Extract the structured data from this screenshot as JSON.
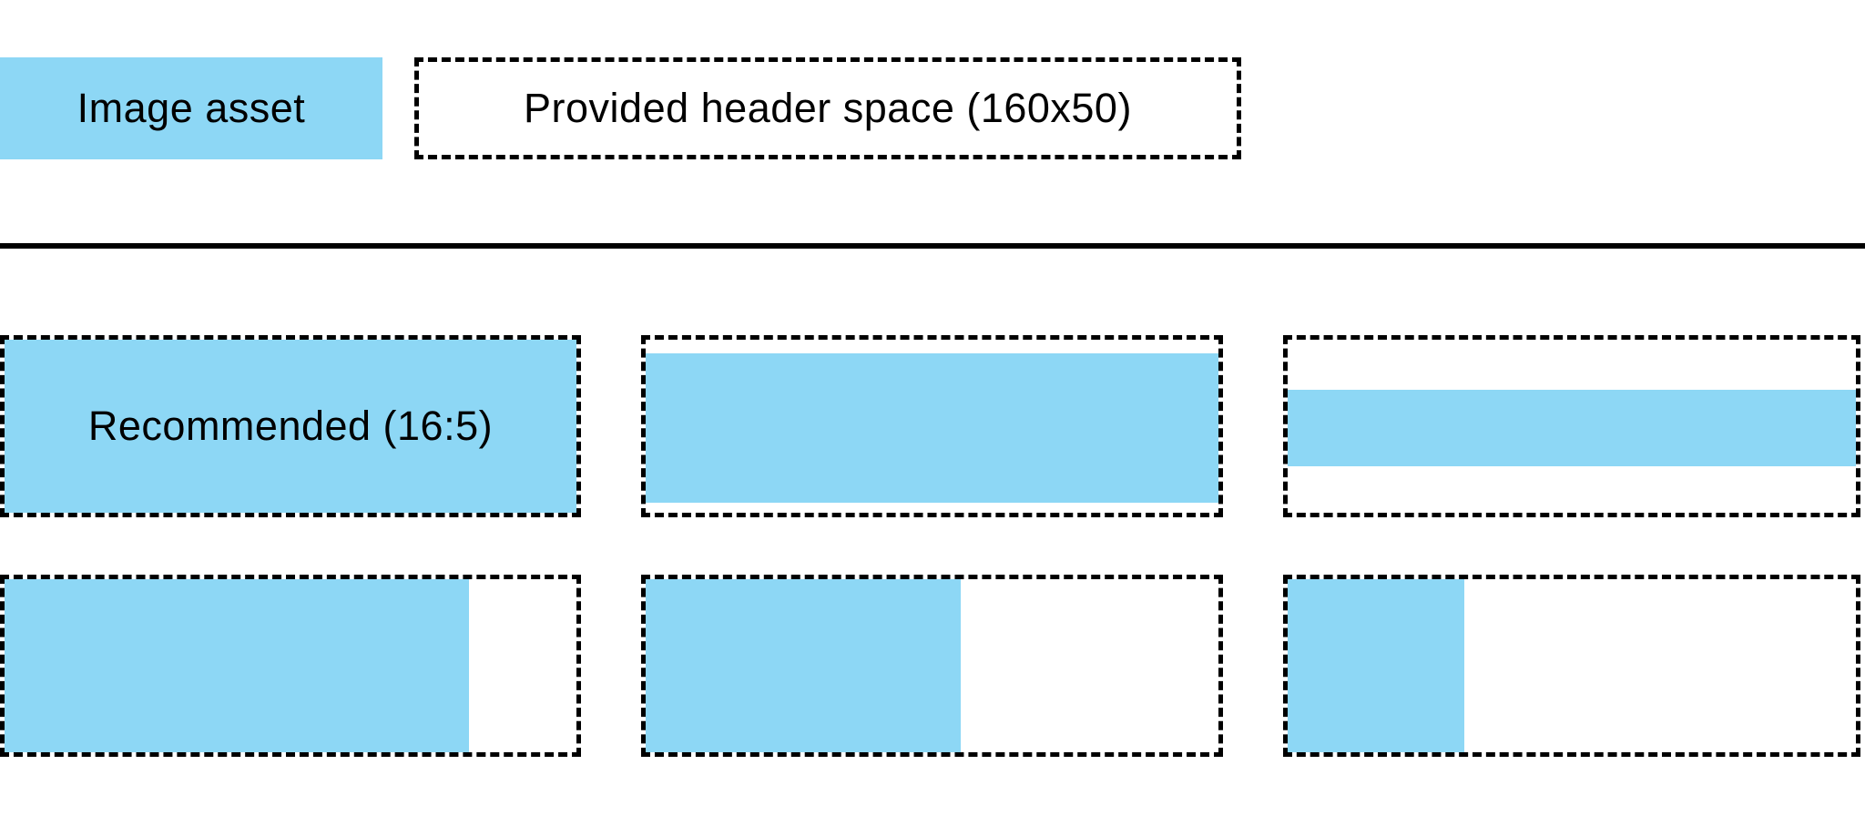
{
  "colors": {
    "asset_blue": "#8DD7F5",
    "outline_black": "#000000",
    "background": "#FFFFFF"
  },
  "legend": {
    "image_asset": {
      "label": "Image asset",
      "color": "#8DD7F5"
    },
    "header_space": {
      "label": "Provided header space (160x50)",
      "width": 160,
      "height": 50
    }
  },
  "examples": {
    "row1": [
      {
        "name": "recommended-16-5",
        "label": "Recommended (16:5)",
        "fill_width_pct": 100,
        "fill_height_pct": 100
      },
      {
        "name": "full-width-slightly-short",
        "label": "",
        "fill_width_pct": 100,
        "fill_height_pct": 82
      },
      {
        "name": "full-width-thin-strip",
        "label": "",
        "fill_width_pct": 100,
        "fill_height_pct": 42
      }
    ],
    "row2": [
      {
        "name": "partial-width-wide",
        "label": "",
        "fill_width_pct": 81,
        "fill_height_pct": 100
      },
      {
        "name": "partial-width-half",
        "label": "",
        "fill_width_pct": 55,
        "fill_height_pct": 100
      },
      {
        "name": "partial-width-narrow",
        "label": "",
        "fill_width_pct": 31,
        "fill_height_pct": 100
      }
    ]
  }
}
